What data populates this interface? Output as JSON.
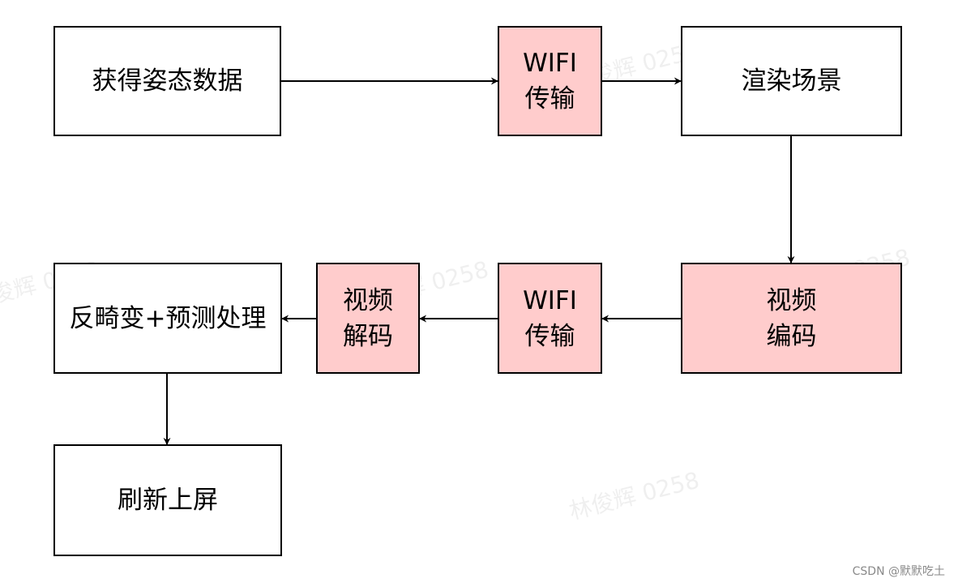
{
  "nodes": {
    "get_pose": "获得姿态数据",
    "wifi_1_line1": "WIFI",
    "wifi_1_line2": "传输",
    "render": "渲染场景",
    "encode_line1": "视频",
    "encode_line2": "编码",
    "wifi_2_line1": "WIFI",
    "wifi_2_line2": "传输",
    "decode_line1": "视频",
    "decode_line2": "解码",
    "process": "反畸变+预测处理",
    "refresh": "刷新上屏"
  },
  "edges": [
    {
      "from": "get_pose",
      "to": "wifi_1"
    },
    {
      "from": "wifi_1",
      "to": "render"
    },
    {
      "from": "render",
      "to": "encode"
    },
    {
      "from": "encode",
      "to": "wifi_2"
    },
    {
      "from": "wifi_2",
      "to": "decode"
    },
    {
      "from": "decode",
      "to": "process"
    },
    {
      "from": "process",
      "to": "refresh"
    }
  ],
  "colors": {
    "box_default": "#ffffff",
    "box_highlight": "#ffcccc",
    "stroke": "#000000"
  },
  "watermark": "林俊辉 0258",
  "credit": "CSDN @默默吃土"
}
